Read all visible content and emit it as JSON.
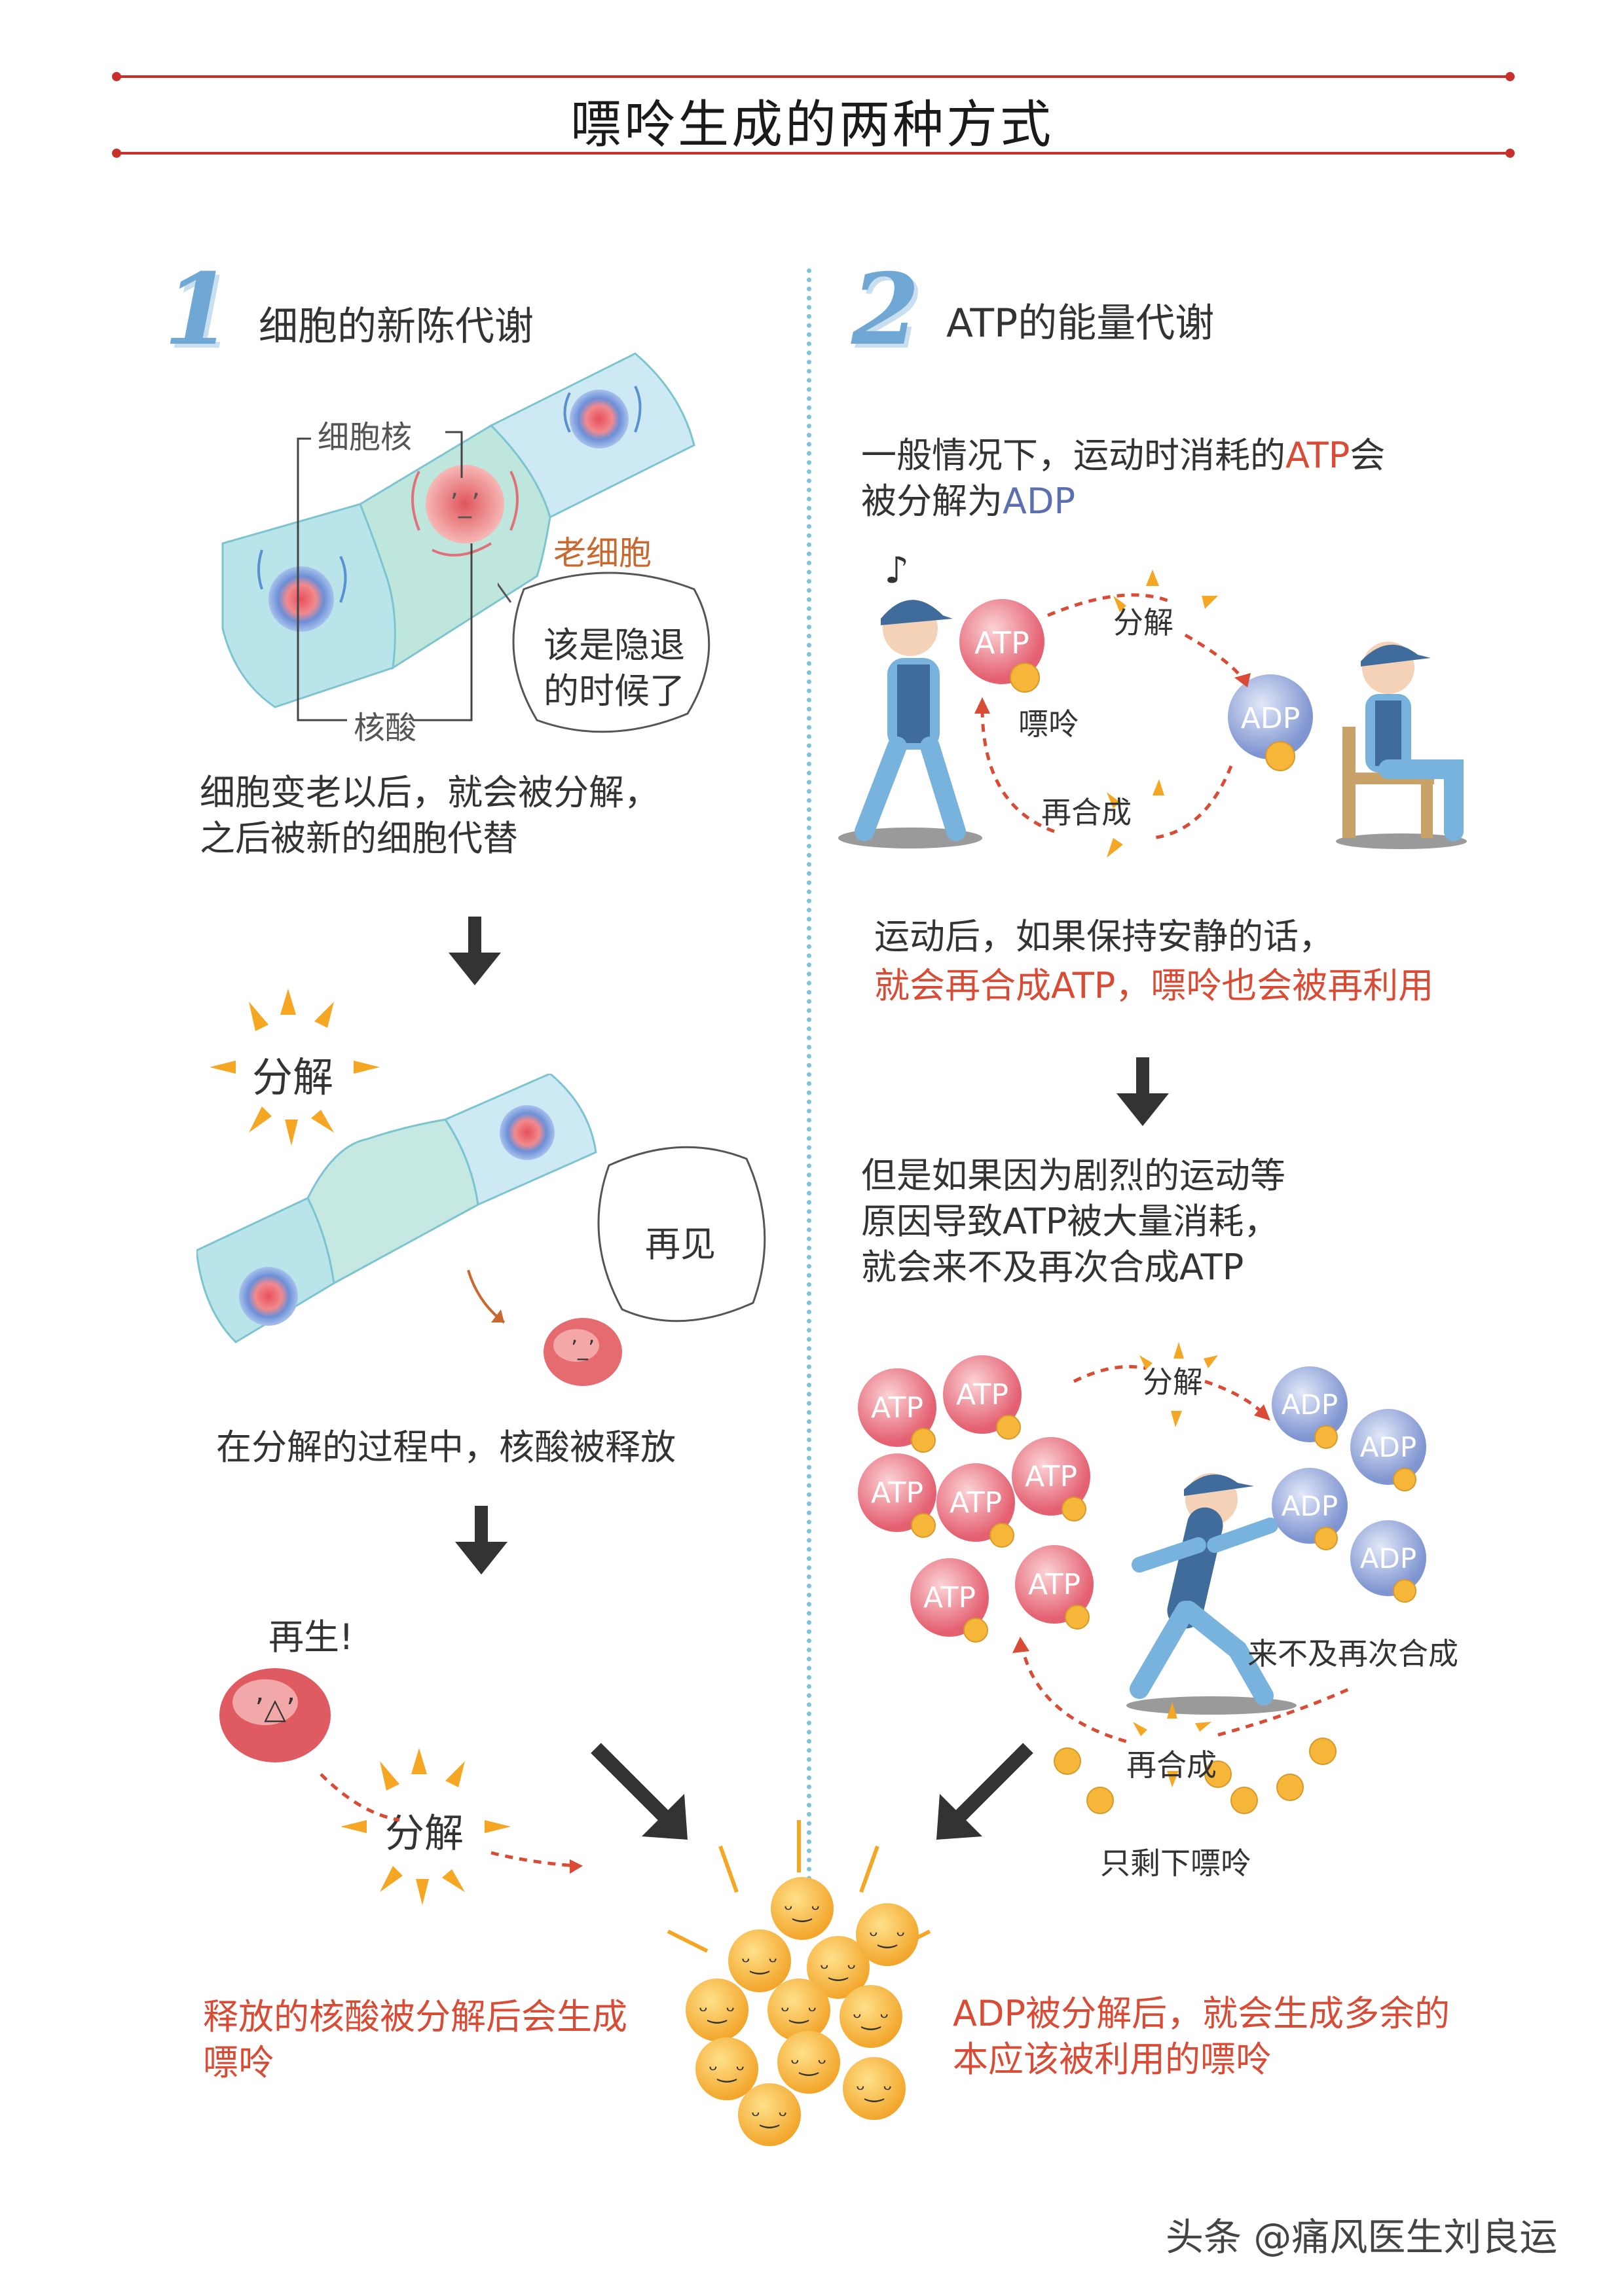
{
  "title": "嘌呤生成的两种方式",
  "section1": {
    "number": "1",
    "heading": "细胞的新陈代谢",
    "label_nucleus": "细胞核",
    "label_old_cell": "老细胞",
    "label_nucleic_acid": "核酸",
    "speech_retire": "该是隐退\n的时候了",
    "caption_1": "细胞变老以后，就会被分解，",
    "caption_2": "之后被新的细胞代替",
    "burst_decompose": "分解",
    "speech_bye": "再见",
    "caption_release": "在分解的过程中，核酸被释放",
    "regen_label": "再生!",
    "burst_decompose_2": "分解",
    "result_1": "释放的核酸被分解后会生成",
    "result_2": "嘌呤"
  },
  "section2": {
    "number": "2",
    "heading": "ATP的能量代谢",
    "intro_1a": "一般情况下，运动时消耗的",
    "intro_1b": "ATP",
    "intro_1c": "会",
    "intro_2a": "被分解为",
    "intro_2b": "ADP",
    "atp_label": "ATP",
    "adp_label": "ADP",
    "decompose_label": "分解",
    "purine_label": "嘌呤",
    "resynth_label": "再合成",
    "after_1": "运动后，如果保持安静的话，",
    "after_2": "就会再合成ATP，嘌呤也会被再利用",
    "but_1": "但是如果因为剧烈的运动等",
    "but_2": "原因导致ATP被大量消耗，",
    "but_3": "就会来不及再次合成ATP",
    "decompose_label_2": "分解",
    "not_in_time": "来不及再次合成",
    "resynth_label_2": "再合成",
    "only_purine": "只剩下嘌呤",
    "result_1": "ADP被分解后，就会生成多余的",
    "result_2": "本应该被利用的嘌呤"
  },
  "watermark": "头条 @痛风医生刘良运",
  "colors": {
    "accent_red": "#d94b35",
    "divider_blue": "#7dc3dc",
    "atp_pink": "#e96f7d",
    "adp_blue": "#7f95d1",
    "purine_yellow": "#f6b63a",
    "cell_teal": "#a9dde3"
  }
}
